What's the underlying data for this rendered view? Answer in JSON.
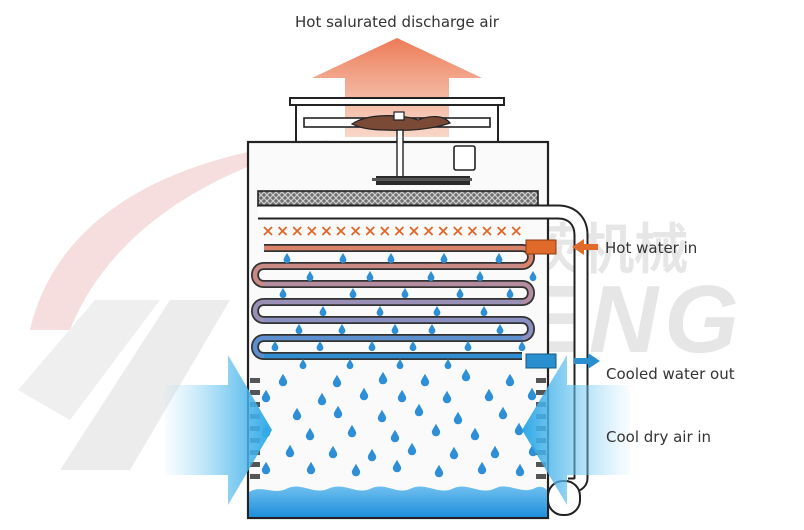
{
  "labels": {
    "top": "Hot salurated discharge air",
    "hot_in": "Hot water in",
    "cooled_out": "Cooled water out",
    "cool_air": "Cool dry air in"
  },
  "watermark": {
    "latin": "XINGENG",
    "chinese": "格茨机械"
  },
  "colors": {
    "hot": "#e0662a",
    "cold": "#2a8fcf",
    "air_in": "#3aaee8",
    "casing": "#222222",
    "basin": "#2d9be0",
    "drop": "#2e8fd6",
    "watermark": "#e8e8e8",
    "watermark_red": "#f6d8d8"
  },
  "icons": [
    "fan-icon",
    "motor-icon",
    "water-drop-icon",
    "arrow-right-icon",
    "arrow-left-icon"
  ]
}
